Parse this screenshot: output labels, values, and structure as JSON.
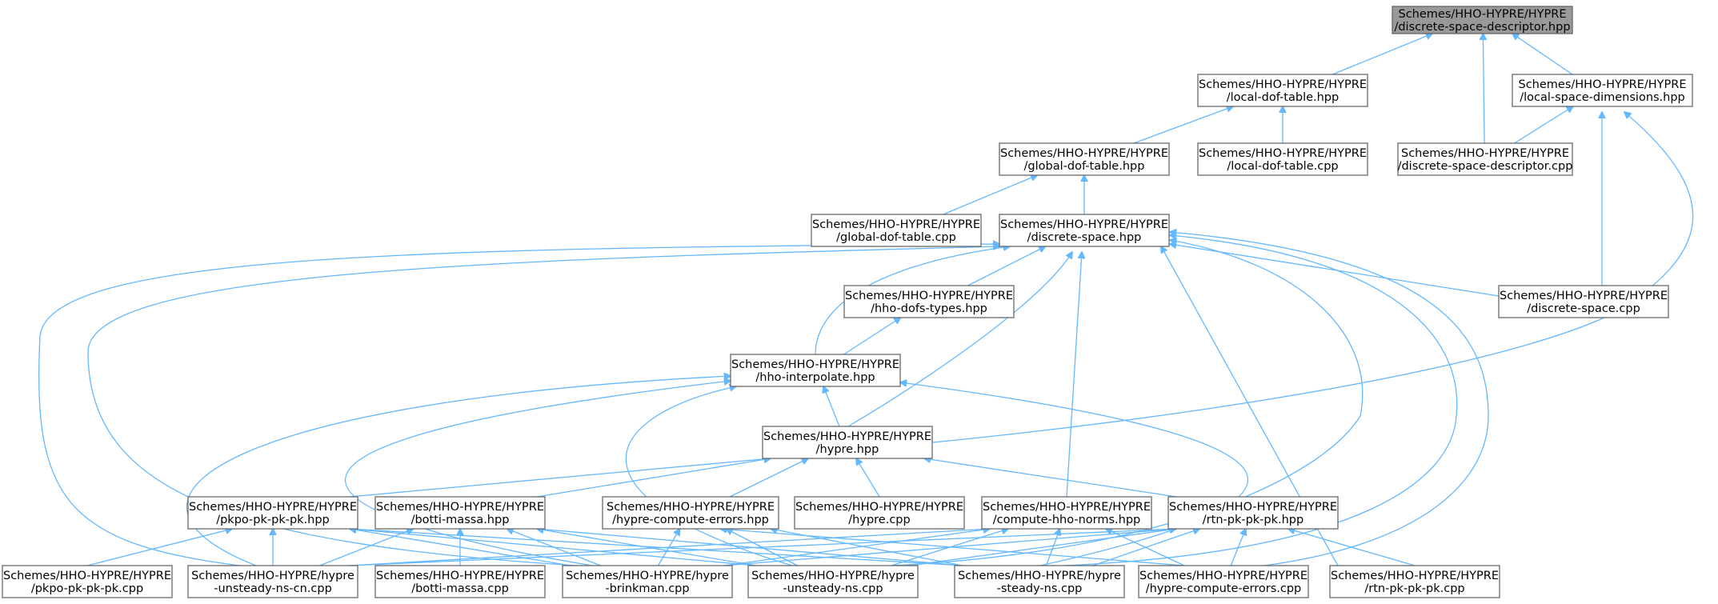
{
  "diagram": {
    "type": "include-dependency-graph",
    "colors": {
      "edge": "#63b8ff",
      "root_fill": "#999999",
      "node_fill": "#ffffff",
      "node_border": "#666666"
    },
    "nodes": [
      {
        "id": "root",
        "lines": [
          "Schemes/HHO-HYPRE/HYPRE",
          "/discrete-space-descriptor.hpp"
        ]
      },
      {
        "id": "ldt_hpp",
        "lines": [
          "Schemes/HHO-HYPRE/HYPRE",
          "/local-dof-table.hpp"
        ]
      },
      {
        "id": "lsd_hpp",
        "lines": [
          "Schemes/HHO-HYPRE/HYPRE",
          "/local-space-dimensions.hpp"
        ]
      },
      {
        "id": "gdt_hpp",
        "lines": [
          "Schemes/HHO-HYPRE/HYPRE",
          "/global-dof-table.hpp"
        ]
      },
      {
        "id": "ldt_cpp",
        "lines": [
          "Schemes/HHO-HYPRE/HYPRE",
          "/local-dof-table.cpp"
        ]
      },
      {
        "id": "dsd_cpp",
        "lines": [
          "Schemes/HHO-HYPRE/HYPRE",
          "/discrete-space-descriptor.cpp"
        ]
      },
      {
        "id": "gdt_cpp",
        "lines": [
          "Schemes/HHO-HYPRE/HYPRE",
          "/global-dof-table.cpp"
        ]
      },
      {
        "id": "ds_hpp",
        "lines": [
          "Schemes/HHO-HYPRE/HYPRE",
          "/discrete-space.hpp"
        ]
      },
      {
        "id": "hdt_hpp",
        "lines": [
          "Schemes/HHO-HYPRE/HYPRE",
          "/hho-dofs-types.hpp"
        ]
      },
      {
        "id": "ds_cpp",
        "lines": [
          "Schemes/HHO-HYPRE/HYPRE",
          "/discrete-space.cpp"
        ]
      },
      {
        "id": "hi_hpp",
        "lines": [
          "Schemes/HHO-HYPRE/HYPRE",
          "/hho-interpolate.hpp"
        ]
      },
      {
        "id": "hypre_hpp",
        "lines": [
          "Schemes/HHO-HYPRE/HYPRE",
          "/hypre.hpp"
        ]
      },
      {
        "id": "pkpo_hpp",
        "lines": [
          "Schemes/HHO-HYPRE/HYPRE",
          "/pkpo-pk-pk-pk.hpp"
        ]
      },
      {
        "id": "bm_hpp",
        "lines": [
          "Schemes/HHO-HYPRE/HYPRE",
          "/botti-massa.hpp"
        ]
      },
      {
        "id": "hce_hpp",
        "lines": [
          "Schemes/HHO-HYPRE/HYPRE",
          "/hypre-compute-errors.hpp"
        ]
      },
      {
        "id": "hypre_cpp",
        "lines": [
          "Schemes/HHO-HYPRE/HYPRE",
          "/hypre.cpp"
        ]
      },
      {
        "id": "chn_hpp",
        "lines": [
          "Schemes/HHO-HYPRE/HYPRE",
          "/compute-hho-norms.hpp"
        ]
      },
      {
        "id": "rtn_hpp",
        "lines": [
          "Schemes/HHO-HYPRE/HYPRE",
          "/rtn-pk-pk-pk.hpp"
        ]
      },
      {
        "id": "pkpo_cpp",
        "lines": [
          "Schemes/HHO-HYPRE/HYPRE",
          "/pkpo-pk-pk-pk.cpp"
        ]
      },
      {
        "id": "uncn_cpp",
        "lines": [
          "Schemes/HHO-HYPRE/hypre",
          "-unsteady-ns-cn.cpp"
        ]
      },
      {
        "id": "bm_cpp",
        "lines": [
          "Schemes/HHO-HYPRE/HYPRE",
          "/botti-massa.cpp"
        ]
      },
      {
        "id": "br_cpp",
        "lines": [
          "Schemes/HHO-HYPRE/hypre",
          "-brinkman.cpp"
        ]
      },
      {
        "id": "un_cpp",
        "lines": [
          "Schemes/HHO-HYPRE/hypre",
          "-unsteady-ns.cpp"
        ]
      },
      {
        "id": "sn_cpp",
        "lines": [
          "Schemes/HHO-HYPRE/hypre",
          "-steady-ns.cpp"
        ]
      },
      {
        "id": "hce_cpp",
        "lines": [
          "Schemes/HHO-HYPRE/HYPRE",
          "/hypre-compute-errors.cpp"
        ]
      },
      {
        "id": "rtn_cpp",
        "lines": [
          "Schemes/HHO-HYPRE/HYPRE",
          "/rtn-pk-pk-pk.cpp"
        ]
      }
    ],
    "edges": [
      {
        "from": "ldt_hpp",
        "to": "root"
      },
      {
        "from": "dsd_cpp",
        "to": "root"
      },
      {
        "from": "lsd_hpp",
        "to": "root"
      },
      {
        "from": "gdt_hpp",
        "to": "ldt_hpp"
      },
      {
        "from": "ldt_cpp",
        "to": "ldt_hpp"
      },
      {
        "from": "dsd_cpp",
        "to": "lsd_hpp"
      },
      {
        "from": "ds_cpp",
        "to": "lsd_hpp"
      },
      {
        "from": "hypre_hpp",
        "to": "lsd_hpp"
      },
      {
        "from": "gdt_cpp",
        "to": "gdt_hpp"
      },
      {
        "from": "ds_hpp",
        "to": "gdt_hpp"
      },
      {
        "from": "hdt_hpp",
        "to": "ds_hpp"
      },
      {
        "from": "ds_cpp",
        "to": "ds_hpp"
      },
      {
        "from": "hi_hpp",
        "to": "ds_hpp"
      },
      {
        "from": "hypre_hpp",
        "to": "ds_hpp"
      },
      {
        "from": "chn_hpp",
        "to": "ds_hpp"
      },
      {
        "from": "uncn_cpp",
        "to": "ds_hpp"
      },
      {
        "from": "br_cpp",
        "to": "ds_hpp"
      },
      {
        "from": "un_cpp",
        "to": "ds_hpp"
      },
      {
        "from": "sn_cpp",
        "to": "ds_hpp"
      },
      {
        "from": "hce_cpp",
        "to": "ds_hpp"
      },
      {
        "from": "rtn_cpp",
        "to": "ds_hpp"
      },
      {
        "from": "hi_hpp",
        "to": "hdt_hpp"
      },
      {
        "from": "hypre_hpp",
        "to": "hi_hpp"
      },
      {
        "from": "uncn_cpp",
        "to": "hi_hpp"
      },
      {
        "from": "br_cpp",
        "to": "hi_hpp"
      },
      {
        "from": "un_cpp",
        "to": "hi_hpp"
      },
      {
        "from": "sn_cpp",
        "to": "hi_hpp"
      },
      {
        "from": "pkpo_hpp",
        "to": "hypre_hpp"
      },
      {
        "from": "bm_hpp",
        "to": "hypre_hpp"
      },
      {
        "from": "hce_hpp",
        "to": "hypre_hpp"
      },
      {
        "from": "hypre_cpp",
        "to": "hypre_hpp"
      },
      {
        "from": "rtn_hpp",
        "to": "hypre_hpp"
      },
      {
        "from": "pkpo_cpp",
        "to": "pkpo_hpp"
      },
      {
        "from": "uncn_cpp",
        "to": "pkpo_hpp"
      },
      {
        "from": "br_cpp",
        "to": "pkpo_hpp"
      },
      {
        "from": "un_cpp",
        "to": "pkpo_hpp"
      },
      {
        "from": "sn_cpp",
        "to": "pkpo_hpp"
      },
      {
        "from": "uncn_cpp",
        "to": "bm_hpp"
      },
      {
        "from": "bm_cpp",
        "to": "bm_hpp"
      },
      {
        "from": "br_cpp",
        "to": "bm_hpp"
      },
      {
        "from": "un_cpp",
        "to": "bm_hpp"
      },
      {
        "from": "sn_cpp",
        "to": "bm_hpp"
      },
      {
        "from": "br_cpp",
        "to": "hce_hpp"
      },
      {
        "from": "un_cpp",
        "to": "hce_hpp"
      },
      {
        "from": "sn_cpp",
        "to": "hce_hpp"
      },
      {
        "from": "hce_cpp",
        "to": "hce_hpp"
      },
      {
        "from": "uncn_cpp",
        "to": "chn_hpp"
      },
      {
        "from": "br_cpp",
        "to": "chn_hpp"
      },
      {
        "from": "un_cpp",
        "to": "chn_hpp"
      },
      {
        "from": "sn_cpp",
        "to": "chn_hpp"
      },
      {
        "from": "hce_cpp",
        "to": "chn_hpp"
      },
      {
        "from": "uncn_cpp",
        "to": "rtn_hpp"
      },
      {
        "from": "br_cpp",
        "to": "rtn_hpp"
      },
      {
        "from": "un_cpp",
        "to": "rtn_hpp"
      },
      {
        "from": "sn_cpp",
        "to": "rtn_hpp"
      },
      {
        "from": "hce_cpp",
        "to": "rtn_hpp"
      },
      {
        "from": "rtn_cpp",
        "to": "rtn_hpp"
      }
    ]
  }
}
